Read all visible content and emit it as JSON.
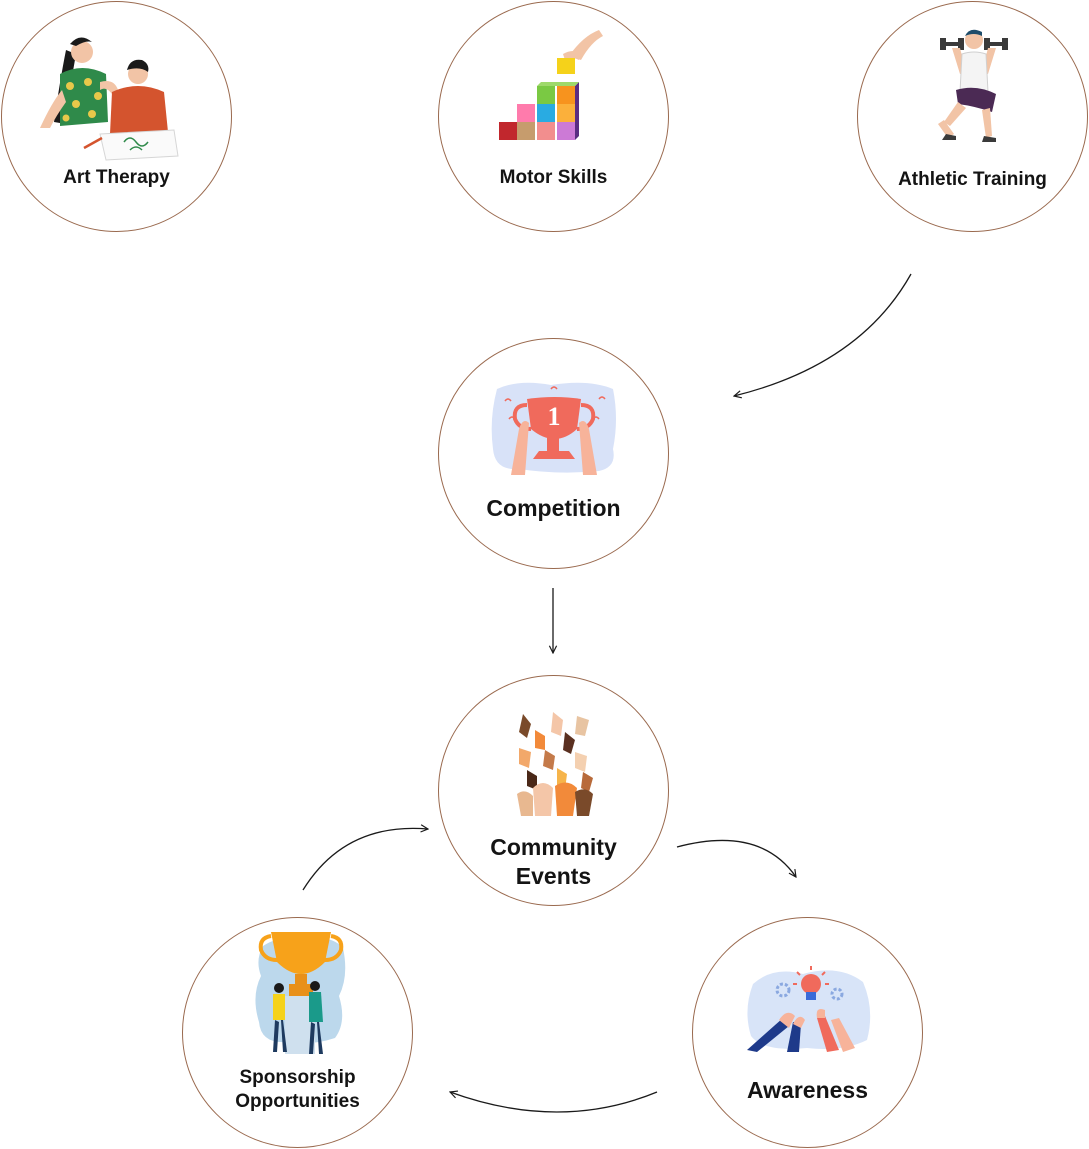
{
  "nodes": {
    "art_therapy": {
      "label": "Art Therapy",
      "icon": "art-therapy-illustration"
    },
    "motor_skills": {
      "label": "Motor Skills",
      "icon": "stacking-blocks-illustration"
    },
    "athletic_training": {
      "label": "Athletic Training",
      "icon": "dumbbell-squat-illustration"
    },
    "competition": {
      "label": "Competition",
      "icon": "trophy-hands-illustration"
    },
    "community_events": {
      "label": "Community\nEvents",
      "icon": "raised-hands-illustration"
    },
    "sponsorship": {
      "label": "Sponsorship\nOpportunities",
      "icon": "trophy-people-illustration"
    },
    "awareness": {
      "label": "Awareness",
      "icon": "lightbulb-hands-illustration"
    }
  },
  "edges": [
    {
      "from": "Athletic Training",
      "to": "Competition"
    },
    {
      "from": "Competition",
      "to": "Community\nEvents"
    },
    {
      "from": "Community\nEvents",
      "to": "Awareness"
    },
    {
      "from": "Awareness",
      "to": "Sponsorship\nOpportunities"
    },
    {
      "from": "Sponsorship\nOpportunities",
      "to": "Community\nEvents"
    }
  ],
  "colors": {
    "node_border": "#9a6a4f",
    "text": "#141414",
    "connector": "#1a1a1a"
  }
}
